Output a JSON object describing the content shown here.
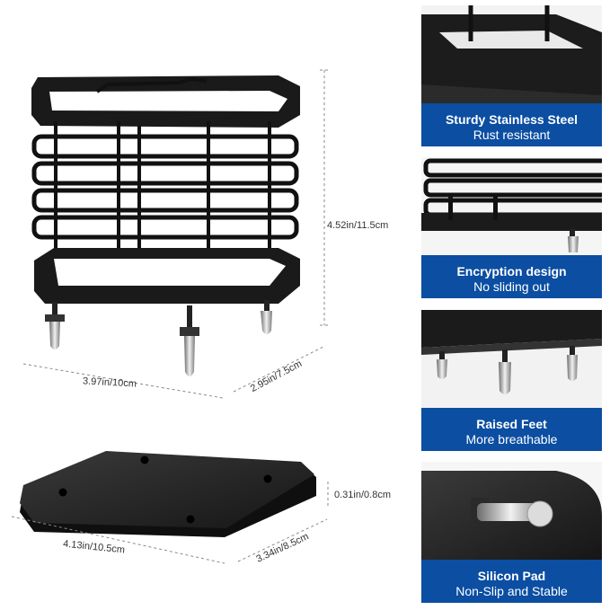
{
  "product": {
    "dimensions": {
      "height": "4.52in/11.5cm",
      "width": "3.97in/10cm",
      "depth": "2.95in/7.5cm",
      "pad_thickness": "0.31in/0.8cm",
      "pad_width": "4.13in/10.5cm",
      "pad_depth": "3.34in/8.5cm"
    }
  },
  "features": [
    {
      "title": "Sturdy Stainless Steel",
      "subtitle": "Rust resistant"
    },
    {
      "title": "Encryption design",
      "subtitle": "No sliding out"
    },
    {
      "title": "Raised Feet",
      "subtitle": "More breathable"
    },
    {
      "title": "Silicon Pad",
      "subtitle": "Non-Slip and Stable"
    }
  ],
  "colors": {
    "caption_bg": "#0b4ea2",
    "caption_text": "#ffffff",
    "product_body": "#141414",
    "dimension_text": "#333333"
  }
}
